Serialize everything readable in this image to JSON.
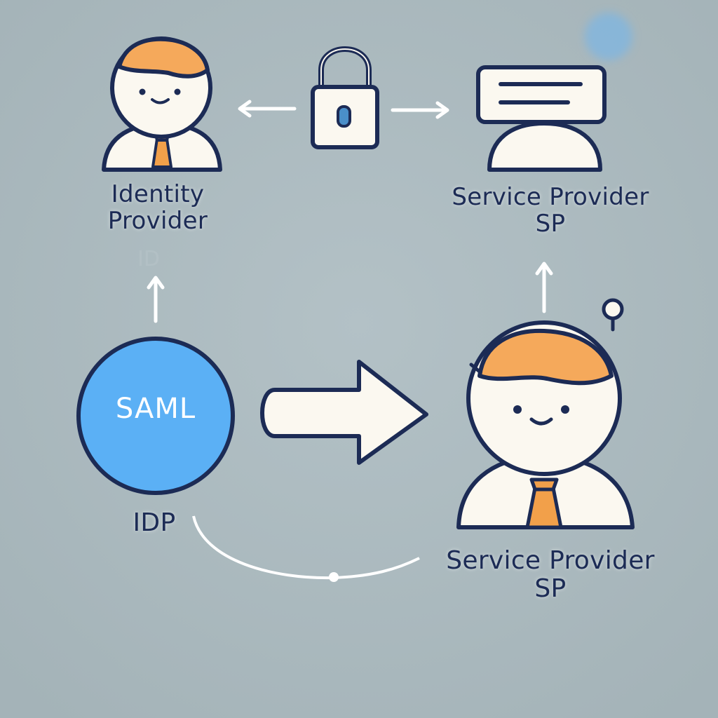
{
  "identity_provider": {
    "line1": "Identity",
    "line2": "Provider",
    "faded": "ID"
  },
  "service_provider_top": {
    "line1": "Service Provider",
    "line2": "SP"
  },
  "saml": {
    "label": "SAML",
    "sub_label": "IDP"
  },
  "service_provider_bottom": {
    "line1": "Service Provider",
    "line2": "SP"
  },
  "colors": {
    "background": "#a9b8bd",
    "outline": "#1c2b55",
    "hair": "#f5a95b",
    "tie": "#f2a04a",
    "saml_blue": "#5bb0f5",
    "body_fill": "#fbf8f0"
  },
  "icons": [
    "person-icon",
    "lock-icon",
    "server-icon",
    "arrow-right-icon",
    "arrow-up-icon"
  ]
}
